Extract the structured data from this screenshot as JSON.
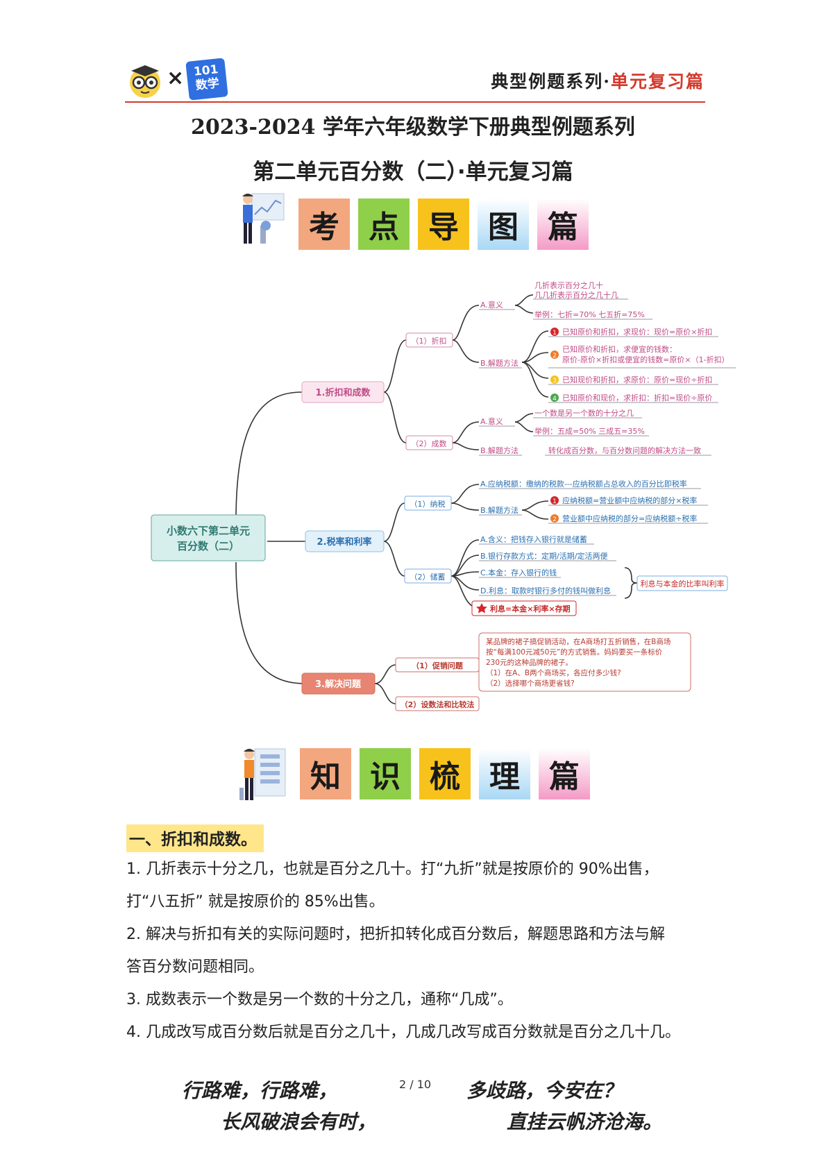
{
  "header": {
    "logo_text": "101 数学",
    "times": "×",
    "series_black": "典型例题系列·",
    "series_red": "单元复习篇"
  },
  "title": {
    "line1": "2023-2024 学年六年级数学下册典型例题系列",
    "line2": "第二单元百分数（二）·单元复习篇"
  },
  "banner1": {
    "tiles": [
      "考",
      "点",
      "导",
      "图",
      "篇"
    ],
    "colors": [
      "#f3a77f",
      "#8fcf4a",
      "#f7c21c",
      "#a9d8f5",
      "#f49bc6"
    ]
  },
  "banner2": {
    "tiles": [
      "知",
      "识",
      "梳",
      "理",
      "篇"
    ],
    "colors": [
      "#f3a77f",
      "#8fcf4a",
      "#f7c21c",
      "#a9d8f5",
      "#f49bc6"
    ]
  },
  "mindmap": {
    "root": [
      "小数六下第二单元",
      "百分数（二）"
    ],
    "branch1": "1.折扣和成数",
    "b1_sub1": "（1）折扣",
    "b1_sub1_A": "A.意义",
    "b1_sub1_A_l1": "几折表示百分之几十",
    "b1_sub1_A_l2": "几几折表示百分之几十几",
    "b1_sub1_A_l3": "举例：七折=70%   七五折=75%",
    "b1_sub1_B": "B.解题方法",
    "b1_m1": "已知原价和折扣，求现价：现价=原价×折扣",
    "b1_m2a": "已知原价和折扣，求便宜的钱数：",
    "b1_m2b": "原价-原价×折扣或便宜的钱数=原价×（1-折扣）",
    "b1_m3": "已知现价和折扣，求原价：原价=现价÷折扣",
    "b1_m4": "已知原价和现价，求折扣：折扣=现价÷原价",
    "b1_sub2": "（2）成数",
    "b1_sub2_A": "A.意义",
    "b1_sub2_A_l1": "一个数是另一个数的十分之几",
    "b1_sub2_A_l2": "举例：五成=50%   三成五=35%",
    "b1_sub2_B": "B.解题方法",
    "b1_sub2_B_l1": "转化成百分数，与百分数问题的解决方法一致",
    "branch2": "2.税率和利率",
    "b2_sub1": "（1）纳税",
    "b2_sub1_A": "A.应纳税额：缴纳的税款---应纳税额占总收入的百分比即税率",
    "b2_sub1_B": "B.解题方法",
    "b2_m1": "应纳税额=营业额中应纳税的部分×税率",
    "b2_m2": "营业额中应纳税的部分=应纳税额÷税率",
    "b2_sub2": "（2）储蓄",
    "b2_s2_A": "A.含义：把钱存入银行就是储蓄",
    "b2_s2_B": "B.银行存款方式：定期/活期/定活两便",
    "b2_s2_C": "C.本金：存入银行的钱",
    "b2_s2_D": "D.利息：取款时银行多付的钱叫做利息",
    "b2_s2_star": "利息=本金×利率×存期",
    "b2_rate": "利息与本金的比率叫利率",
    "branch3": "3.解决问题",
    "b3_sub1": "（1）促销问题",
    "b3_sub2": "（2）设数法和比较法",
    "b3_box": [
      "某品牌的裙子搞促销活动，在A商场打五折销售，在B商场",
      "按“每满100元减50元”的方式销售。妈妈要买一条标价",
      "230元的这种品牌的裙子。",
      "（1）在A、B两个商场买，各应付多少钱?",
      "（2）选择哪个商场更省钱?"
    ],
    "nums": [
      "1",
      "2",
      "3",
      "4"
    ]
  },
  "section1": {
    "heading": "一、折扣和成数。",
    "p1a": "1. 几折表示十分之几，也就是百分之几十。打“九折”就是按原价的 90%出售，",
    "p1b": "打“八五折”  就是按原价的 85%出售。",
    "p2a": "2. 解决与折扣有关的实际问题时，把折扣转化成百分数后，解题思路和方法与解",
    "p2b": "答百分数问题相同。",
    "p3": "3. 成数表示一个数是另一个数的十分之几，通称“几成”。",
    "p4": "4. 几成改写成百分数后就是百分之几十，几成几改写成百分数就是百分之几十几。"
  },
  "footer": {
    "page": "2 / 10",
    "poem1": "行路难，行路难，",
    "poem2": "长风破浪会有时，",
    "poem3": "多歧路，今安在？",
    "poem4": "直挂云帆济沧海。"
  }
}
